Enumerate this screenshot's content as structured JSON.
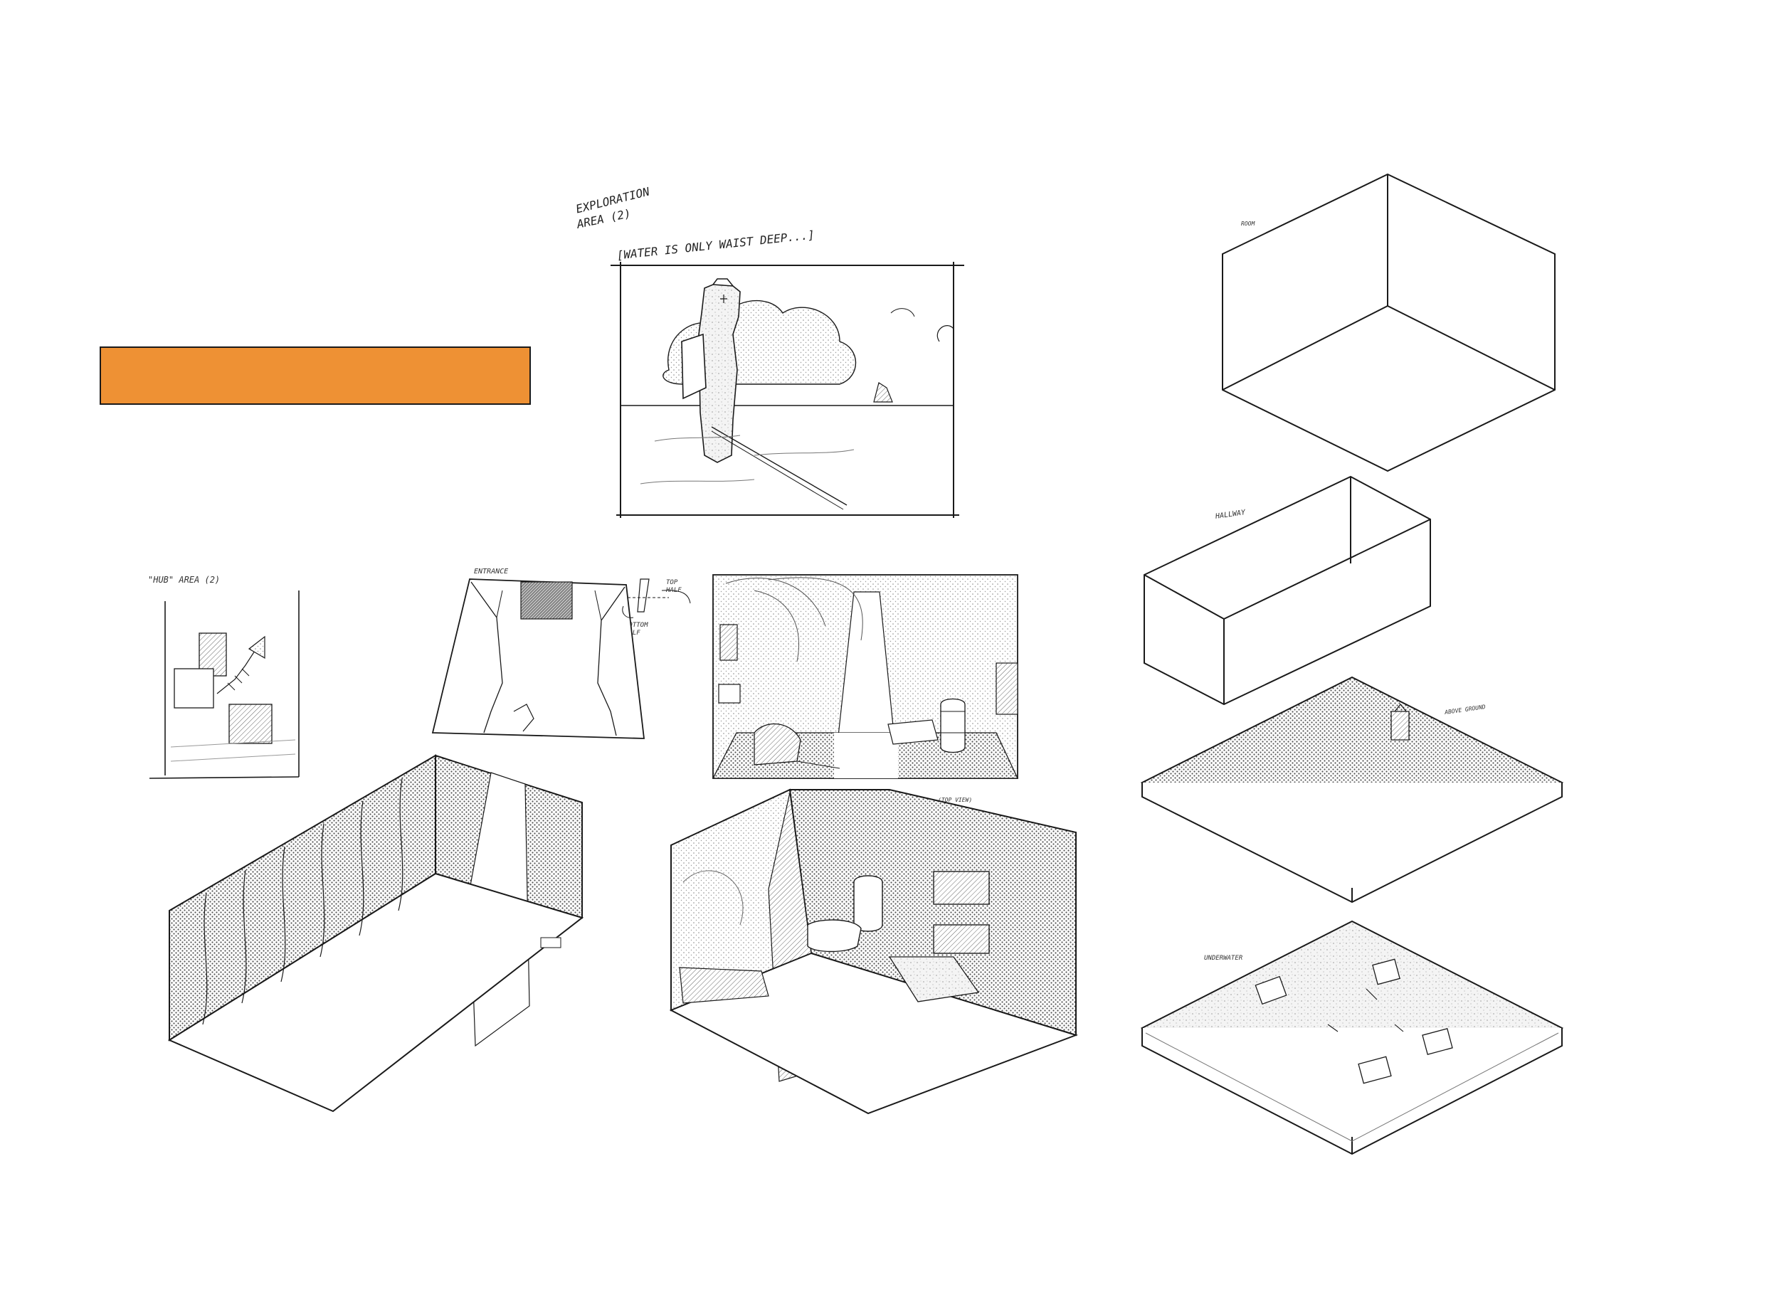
{
  "colors": {
    "title_bg": "#EE9134",
    "ink": "#1a1a1a",
    "paper": "#ffffff"
  },
  "title": "ISOMETRIC CONCEPTS",
  "sketch_notes": {
    "exploration_title": "EXPLORATION",
    "exploration_area": "AREA (2)",
    "exploration_note": "[WATER IS ONLY WAIST DEEP...]",
    "hub_area": "\"HUB\" AREA (2)",
    "entrance": "ENTRANCE",
    "top_half": "TOP HALF",
    "bottom_half": "BOTTOM HALF",
    "top_view": "(TOP VIEW)",
    "room": "ROOM",
    "hallway": "HALLWAY",
    "above_ground": "ABOVE GROUND",
    "underwater": "UNDERWATER"
  }
}
